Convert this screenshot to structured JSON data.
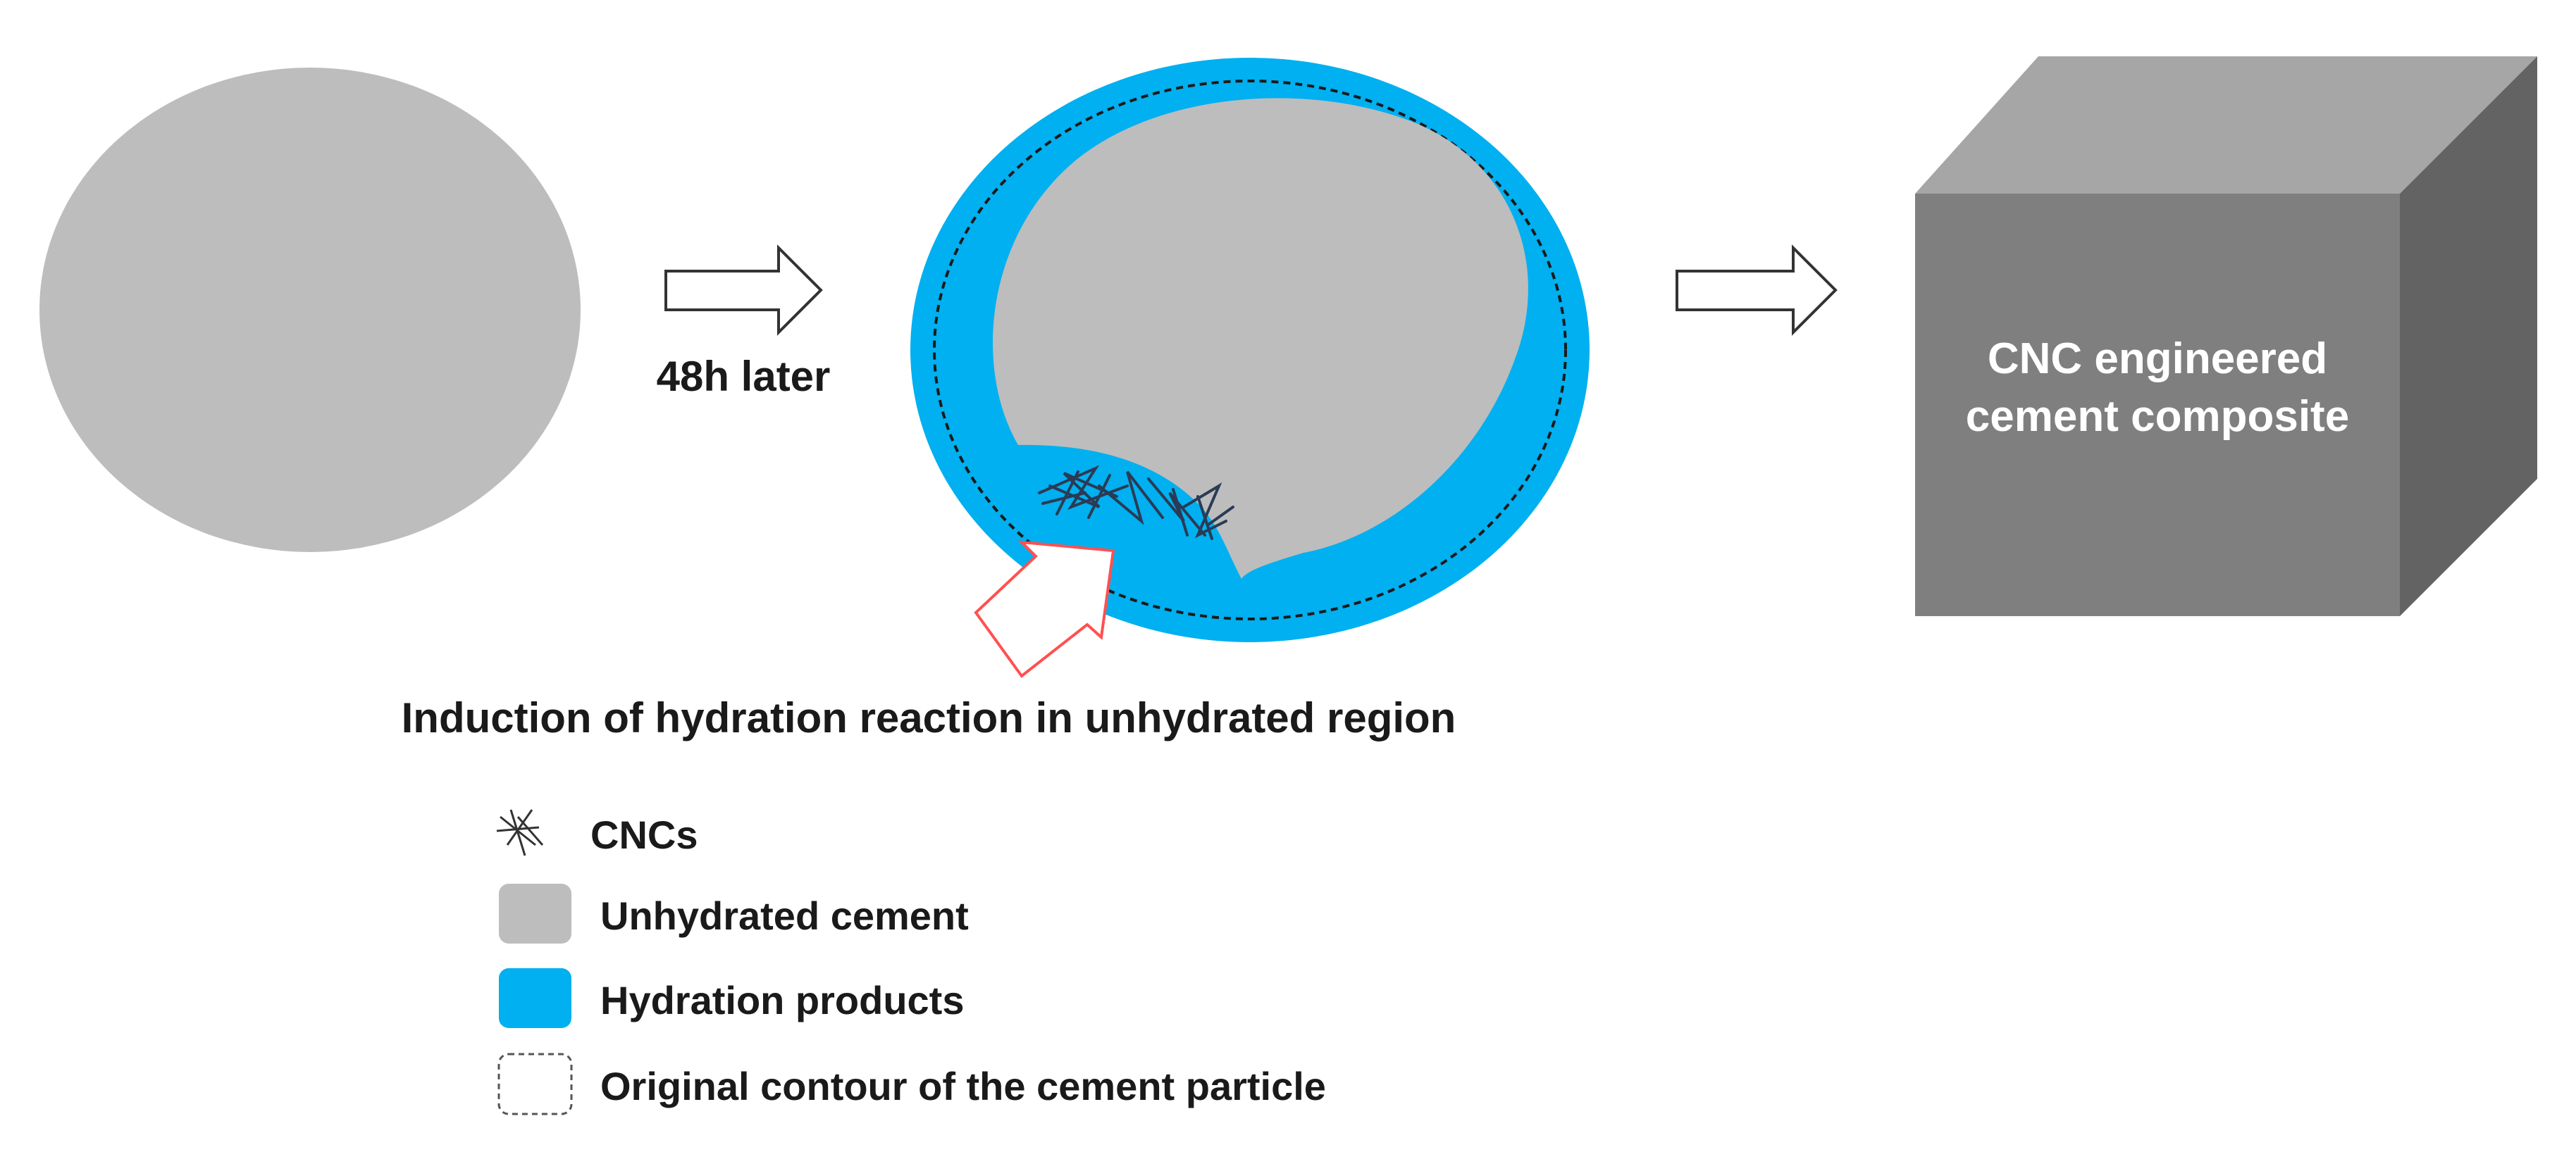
{
  "colors": {
    "unhydrated": "#bdbdbd",
    "hydration": "#00b0f0",
    "cube_front": "#7f7f7f",
    "cube_top": "#a6a6a6",
    "cube_side": "#636363",
    "arrow_red": "#ff5050",
    "text": "#1a1a1a",
    "cube_text": "#ffffff"
  },
  "step1": {
    "arrow_label": "48h later"
  },
  "cube": {
    "line1": "CNC engineered",
    "line2": "cement composite"
  },
  "annotation": "Induction of hydration reaction in unhydrated region",
  "legend": [
    {
      "icon": "cnc-fibers-icon",
      "label": "CNCs"
    },
    {
      "icon": "gray-swatch",
      "label": "Unhydrated cement"
    },
    {
      "icon": "blue-swatch",
      "label": "Hydration products"
    },
    {
      "icon": "dashed-outline-swatch",
      "label": "Original contour of the cement particle"
    }
  ]
}
